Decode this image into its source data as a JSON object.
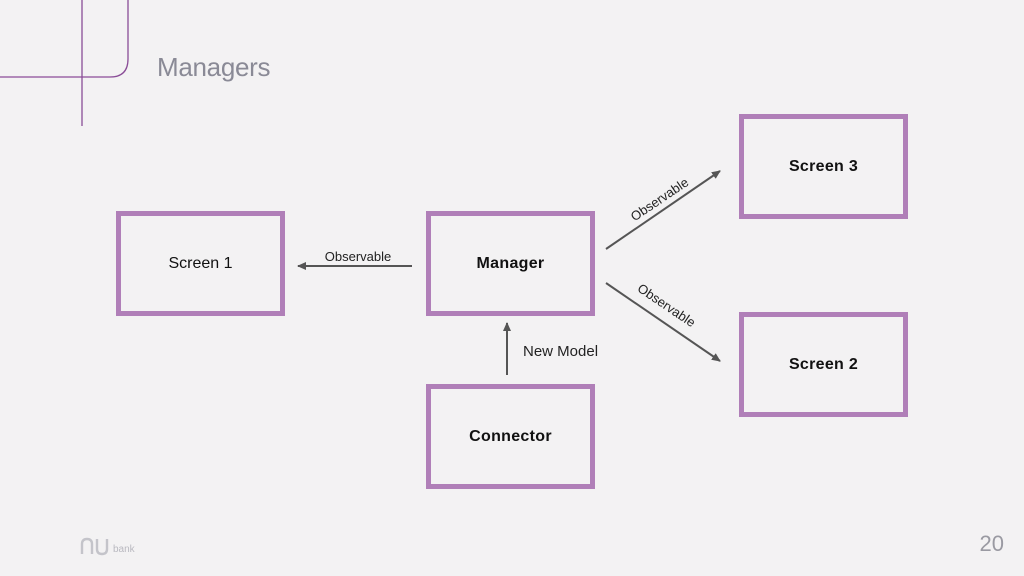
{
  "title": "Managers",
  "nodes": {
    "screen1": "Screen 1",
    "manager": "Manager",
    "connector": "Connector",
    "screen3": "Screen 3",
    "screen2": "Screen 2"
  },
  "edges": {
    "manager_to_screen1": "Observable",
    "manager_to_screen3": "Observable",
    "manager_to_screen2": "Observable",
    "connector_to_manager": "New Model"
  },
  "logo": {
    "mark": "nu",
    "text": "bank"
  },
  "page_number": "20",
  "colors": {
    "background": "#f3f2f3",
    "node_border": "#b07fb8",
    "accent_line": "#8a4d97",
    "arrow": "#555555",
    "title": "#8a8a96"
  }
}
